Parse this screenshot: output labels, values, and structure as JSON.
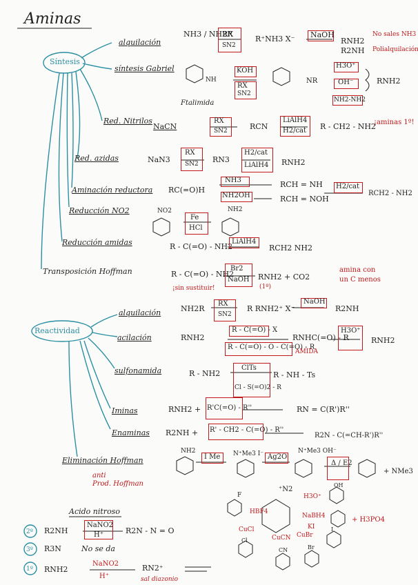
{
  "title": "Aminas",
  "sections": {
    "sintesis": "Síntesis",
    "reactividad": "Reactividad"
  },
  "sintesis": {
    "alquilacion": {
      "label": "alquilación",
      "reactants": "NH3 / NH2R",
      "reagent_top": "RX",
      "reagent_bottom": "SN2",
      "product": "R⁺NH3 X⁻",
      "step2": "NaOH",
      "final1": "RNH2",
      "final2": "R2NH",
      "note1": "No sales NH3",
      "note2": "Polialquilación"
    },
    "gabriel": {
      "label": "síntesis Gabriel",
      "reactant": "Ftalimida",
      "nh": "NH",
      "r1": "KOH",
      "r2a": "RX",
      "r2b": "SN2",
      "nr": "NR",
      "c1": "H3O⁺",
      "c2": "OH⁻",
      "c3": "NH2-NH2",
      "product": "RNH2"
    },
    "nitrilos": {
      "label": "Red. Nitrilos",
      "reactant": "NaCN",
      "r_top": "RX",
      "r_bot": "SN2",
      "mid": "RCN",
      "r2_top": "LiAlH4",
      "r2_bot": "H2/cat",
      "product": "R - CH2 - NH2",
      "note": "¡aminas 1º!"
    },
    "azidas": {
      "label": "Red. azidas",
      "reactant": "NaN3",
      "r_top": "RX",
      "r_bot": "SN2",
      "mid": "RN3",
      "r2_top": "H2/cat",
      "r2_bot": "LiAlH4",
      "product": "RNH2"
    },
    "aminacion": {
      "label": "Aminación reductora",
      "reactant": "RC(=O)H",
      "r_top": "NH3",
      "r_bot": "NH2OH",
      "p1": "RCH = NH",
      "p2": "RCH = NOH",
      "r2": "H2/cat",
      "product": "RCH2 - NH2"
    },
    "no2": {
      "label": "Reducción NO2",
      "sub": "NO2",
      "r_top": "Fe",
      "r_bot": "HCl",
      "prod_sub": "NH2"
    },
    "amidas": {
      "label": "Reducción amidas",
      "reactant": "R - C(=O) - NH2",
      "reagent": "LiAlH4",
      "product": "RCH2 NH2"
    },
    "hoffman": {
      "label": "Transposición Hoffman",
      "reactant": "R - C(=O) - NH2",
      "r_top": "Br2",
      "r_bot": "NaOH",
      "product": "RNH2 + CO2",
      "sub": "(1º)",
      "warn": "¡sin sustituir!",
      "note1": "amina con",
      "note2": "un C menos"
    }
  },
  "reactividad": {
    "alquilacion": {
      "label": "alquilación",
      "reactant": "NH2R",
      "r_top": "RX",
      "r_bot": "SN2",
      "product": "R RNH2⁺ X⁻",
      "step2": "NaOH",
      "final": "R2NH"
    },
    "acilacion": {
      "label": "acilación",
      "reactant": "RNH2",
      "reag1": "R - C(=O) - X",
      "reag2": "R - C(=O) - O - C(=O) - R",
      "product": "RNHC(=O) - R",
      "amida": "AMIDA",
      "step": "H3O⁺",
      "final": "RNH2"
    },
    "sulfonamida": {
      "label": "sulfonamida",
      "reactant": "R - NH2",
      "r_top": "ClTs",
      "r_bot": "Cl - S(=O)2 - R",
      "product": "R - NH - Ts"
    },
    "iminas": {
      "label": "Iminas",
      "reactant": "RNH2 +",
      "reag": "R'C(=O) - R''",
      "product": "RN = C(R')R''"
    },
    "enaminas": {
      "label": "Enaminas",
      "reactant": "R2NH +",
      "reag": "R' - CH2 - C(=O) - R''",
      "product": "R2N - C(=CH-R')R''"
    },
    "elim": {
      "label": "Eliminación Hoffman",
      "anti1": "anti",
      "anti2": "Prod. Hoffman",
      "nh2": "NH2",
      "r1": "I Me",
      "mid": "N⁺Me3 I⁻",
      "r2": "Ag2O",
      "mid2": "N⁺Me3 OH⁻",
      "r3": "Δ / E2",
      "product": "+ NMe3"
    }
  },
  "nitroso": {
    "label": "Acido nitroso",
    "row1": {
      "deg": "2º",
      "reactant": "R2NH",
      "r_top": "NaNO2",
      "r_bot": "H⁺",
      "product": "R2N - N = O"
    },
    "row2": {
      "deg": "3º",
      "reactant": "R3N",
      "product": "No se da"
    },
    "row3": {
      "deg": "1º",
      "reactant": "RNH2",
      "r_top": "NaNO2",
      "r_bot": "H⁺",
      "product": "RN2⁺",
      "note": "sal diazonio"
    },
    "diazonio": {
      "center": "⁺N2",
      "f": "F",
      "hbf4": "HBF4",
      "oh": "OH",
      "h3o": "H3O⁺",
      "cucl": "CuCl",
      "nabh4": "NaBH4",
      "h3po4": "+ H3PO4",
      "cubr": "CuBr",
      "cucn": "CuCN",
      "ki": "KI",
      "cl": "Cl",
      "cn": "CN",
      "br": "Br",
      "i": "I"
    }
  }
}
